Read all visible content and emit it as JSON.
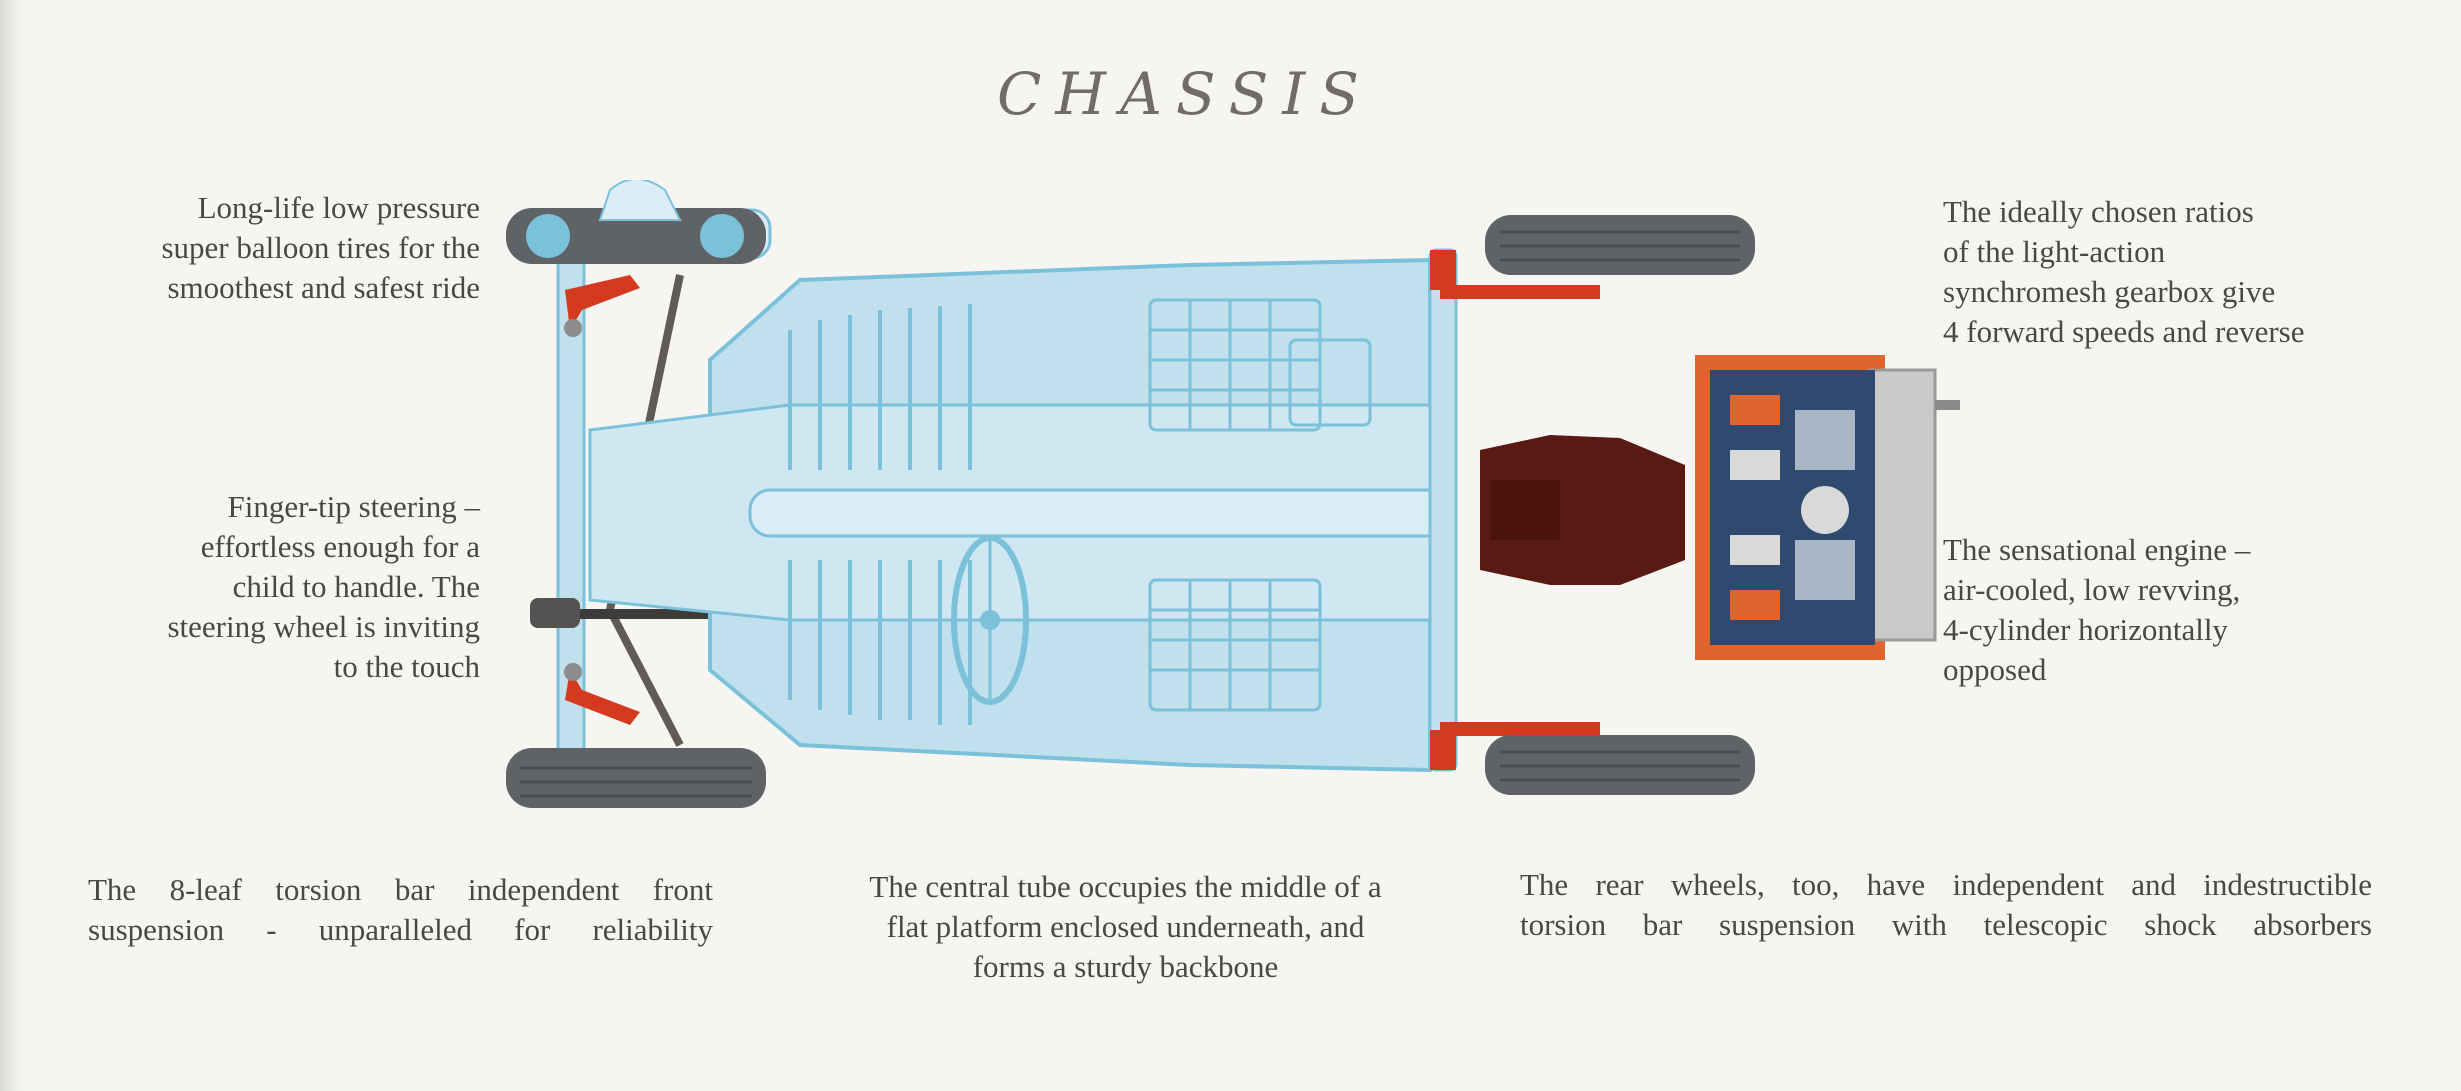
{
  "title": "CHASSIS",
  "captions": {
    "tires": [
      "Long-life low pressure",
      "super balloon tires for the",
      "smoothest and safest ride"
    ],
    "steering": [
      "Finger-tip steering –",
      "effortless enough for a",
      "child to handle. The",
      "steering wheel is inviting",
      "to the touch"
    ],
    "gearbox": [
      "The ideally chosen ratios",
      "of the light-action",
      "synchromesh gearbox give",
      "4 forward speeds and reverse"
    ],
    "engine": [
      "The sensational engine –",
      "air-cooled, low revving,",
      "4-cylinder horizontally",
      "opposed"
    ],
    "front_suspension": [
      "The 8-leaf torsion bar independent front",
      "suspension - unparalleled for reliability"
    ],
    "central_tube": [
      "The central tube occupies the middle of a",
      "flat platform enclosed underneath, and",
      "forms a sturdy backbone"
    ],
    "rear_suspension": [
      "The rear wheels, too, have independent and indestructible",
      "torsion bar suspension with telescopic shock absorbers"
    ]
  },
  "colors": {
    "chassis_fill": "#bfe0ec",
    "chassis_line": "#7cc1da",
    "tire": "#5f6366",
    "suspension_red": "#d63a1e",
    "engine_dark": "#5a1a14",
    "engine_blue": "#2f4a6e",
    "engine_orange": "#e0642e"
  }
}
